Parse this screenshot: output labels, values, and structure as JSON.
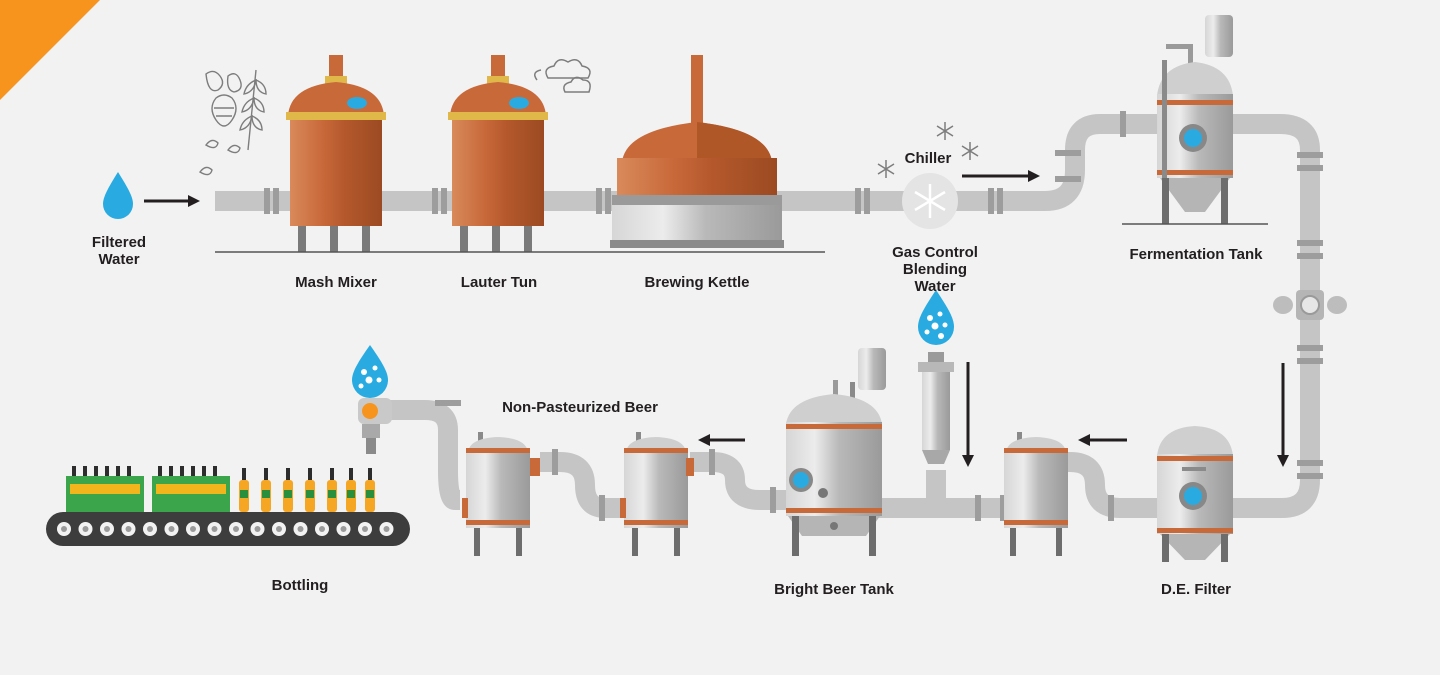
{
  "diagram": {
    "labels": {
      "filtered_water": "Filtered\nWater",
      "mash_mixer": "Mash Mixer",
      "lauter_tun": "Lauter Tun",
      "brewing_kettle": "Brewing Kettle",
      "chiller": "Chiller",
      "gas_control": "Gas Control\nBlending\nWater",
      "fermentation_tank": "Fermentation Tank",
      "non_pasteurized_beer": "Non-Pasteurized Beer",
      "bright_beer_tank": "Bright Beer Tank",
      "de_filter": "D.E. Filter",
      "bottling": "Bottling"
    },
    "colors": {
      "background": "#f2f2f2",
      "corner_accent": "#f7941d",
      "copper": "#c8693a",
      "copper_dark": "#a54f25",
      "steel": "#c9c9c9",
      "steel_dark": "#9e9e9e",
      "pipe": "#c7c7c7",
      "water": "#29abe2",
      "crate_green": "#3aa54a",
      "bottle_amber": "#f5a623",
      "conveyor": "#3d3d3d",
      "text": "#231f20"
    }
  }
}
